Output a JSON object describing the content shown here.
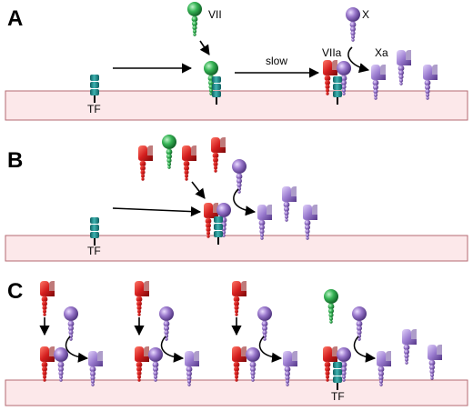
{
  "panels": [
    {
      "letter": "A"
    },
    {
      "letter": "B"
    },
    {
      "letter": "C"
    }
  ],
  "labels": {
    "tf": "TF",
    "vii": "VII",
    "viia": "VIIa",
    "x": "X",
    "xa": "Xa",
    "slow": "slow"
  },
  "colors": {
    "membrane_fill": "#fce8ea",
    "membrane_stroke": "#b56a72",
    "factor_vii": "#2e9e4a",
    "factor_x": "#8e6bbf",
    "factor_viia_red": "#d01c1c",
    "tissue_factor": "#1f8c8c"
  },
  "icons": {
    "factor_vii": "green-sphere-icon",
    "factor_x": "purple-sphere-icon",
    "factor_xa": "purple-tab-icon",
    "factor_viia": "red-tab-icon",
    "tissue_factor": "teal-cylinder-icon"
  }
}
